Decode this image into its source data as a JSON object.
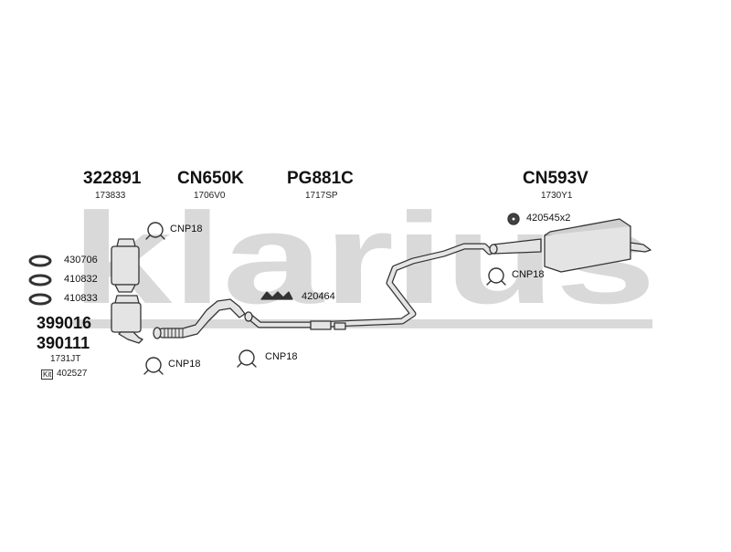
{
  "watermark": {
    "text": "klarius"
  },
  "parts": {
    "p322891": {
      "code": "322891",
      "ref": "173833"
    },
    "pCN650K": {
      "code": "CN650K",
      "ref": "1706V0"
    },
    "pPG881C": {
      "code": "PG881C",
      "ref": "1717SP"
    },
    "pCN593V": {
      "code": "CN593V",
      "ref": "1730Y1"
    },
    "p399016": {
      "code": "399016"
    },
    "p390111": {
      "code": "390111",
      "ref": "1731JT"
    }
  },
  "kit": {
    "badge": "Kit",
    "code": "402527"
  },
  "labels": {
    "clamp_a": "CNP18",
    "clamp_b": "CNP18",
    "clamp_c": "CNP18",
    "clamp_d": "CNP18",
    "gasket_1": "430706",
    "gasket_2": "410832",
    "gasket_3": "410833",
    "hanger": "420464",
    "rubber_mount": "420545x2"
  },
  "colors": {
    "watermark": "#d9d9d9",
    "part_fill": "#e4e4e4",
    "stroke": "#333333"
  }
}
